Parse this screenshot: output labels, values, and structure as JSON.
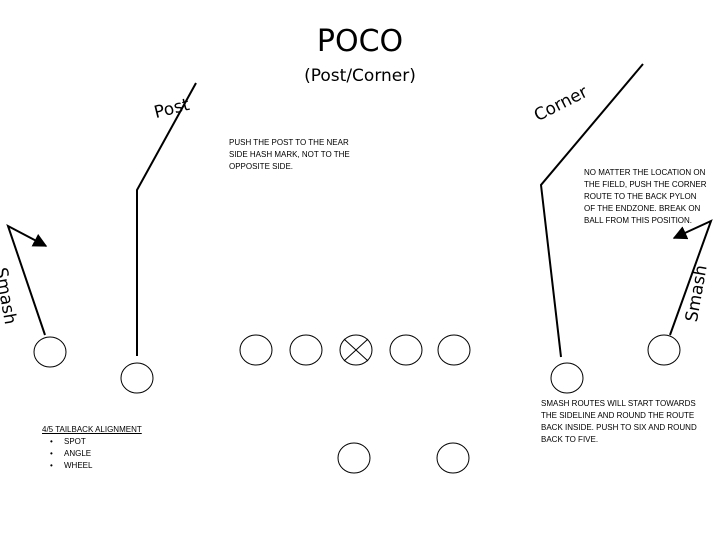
{
  "diagram": {
    "title": "POCO",
    "subtitle": "(Post/Corner)",
    "route_labels": {
      "post": "Post",
      "corner": "Corner",
      "smash_left": "Smash",
      "smash_right": "Smash"
    },
    "notes": {
      "post": "PUSH THE POST TO THE NEAR SIDE HASH MARK, NOT TO THE OPPOSITE SIDE.",
      "corner": "NO MATTER THE LOCATION ON THE FIELD, PUSH THE CORNER ROUTE TO THE BACK PYLON OF THE ENDZONE.  BREAK ON BALL FROM THIS POSITION.",
      "smash": "SMASH ROUTES WILL START TOWARDS THE SIDELINE AND ROUND THE ROUTE BACK INSIDE.  PUSH TO SIX AND ROUND BACK TO FIVE."
    },
    "tailback": {
      "heading": "4/5 TAILBACK ALIGNMENT",
      "items": [
        "SPOT",
        "ANGLE",
        "WHEEL"
      ]
    }
  }
}
